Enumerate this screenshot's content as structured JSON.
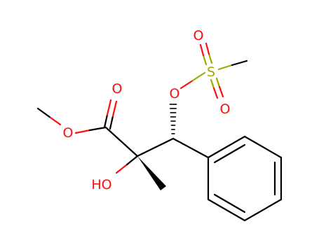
{
  "molecule": {
    "atoms": {
      "ester_o": "O",
      "carbonyl_o": "O",
      "hydroxyl": "HO",
      "mesylate_o": "O",
      "sulfur": "S",
      "sulfonyl_o_top": "O",
      "sulfonyl_o_bottom": "O"
    },
    "colors": {
      "bond": "#000000",
      "oxygen": "#ff0d0d",
      "sulfur": "#a6a600"
    }
  }
}
